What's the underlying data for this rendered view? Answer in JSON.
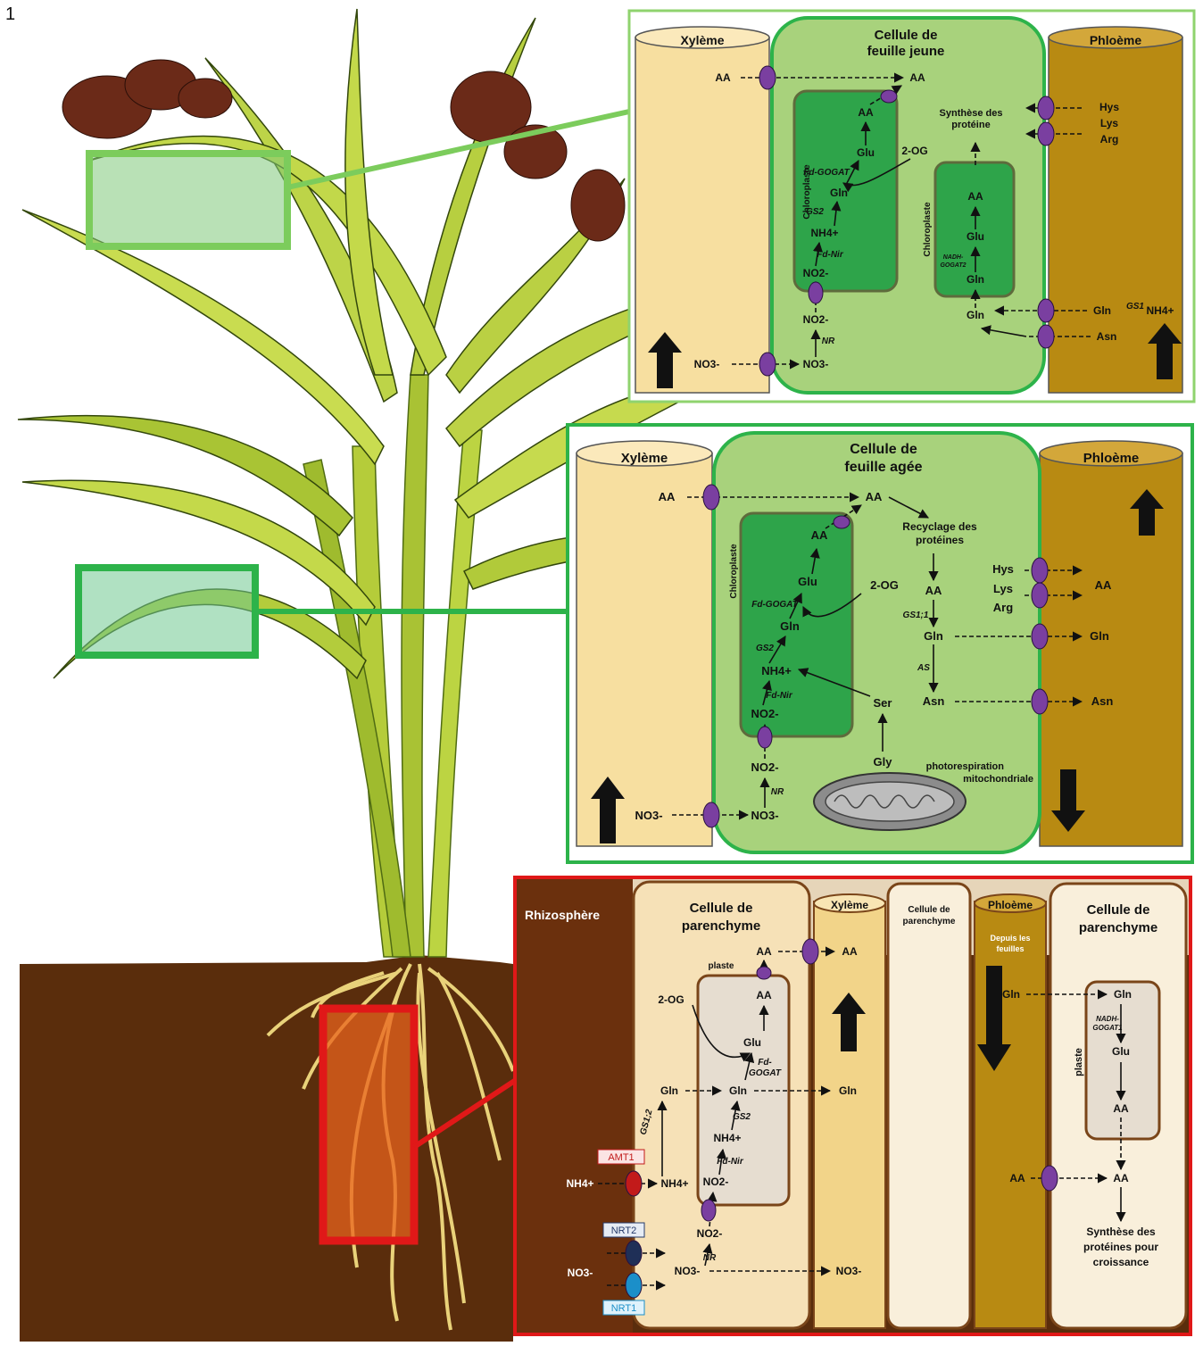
{
  "page_number": "1",
  "colors": {
    "soil": "#5a2d0c",
    "xylem": "#f7dfa0",
    "phloem": "#b88a12",
    "cell_light": "#a8d27c",
    "chloroplast": "#2ea44a",
    "frame_green": "#7ccc5c",
    "frame_green_dark": "#2db34a",
    "frame_red": "#e01818",
    "transporter": "#7a3fa0"
  },
  "young_leaf": {
    "xylem": "Xylème",
    "cell": [
      "Cellule de",
      "feuille jeune"
    ],
    "phloem": "Phloème",
    "chloroplast": "Chloroplaste",
    "aa_xylem": "AA",
    "aa_cell": "AA",
    "aa_plast": "AA",
    "glu": "Glu",
    "og": "2-OG",
    "fd_gogat": "Fd-GOGAT",
    "gln": "Gln",
    "gs2": "GS2",
    "nh4": "NH4+",
    "fd_nir": "Fd-Nir",
    "no2_plast": "NO2-",
    "no2_cyt": "NO2-",
    "nr": "NR",
    "no3_cell": "NO3-",
    "no3_xylem": "NO3-",
    "synthesis": [
      "Synthèse des",
      "protéine"
    ],
    "hys": "Hys",
    "lys": "Lys",
    "arg": "Arg",
    "chloro2": "Chloroplaste",
    "aa2": "AA",
    "glu2": "Glu",
    "nadh": [
      "NADH-",
      "GOGAT2"
    ],
    "gln2": "Gln",
    "gln_cyt": "Gln",
    "gln_phl": "Gln",
    "gs1": "GS1",
    "nh4_phl": "NH4+",
    "asn": "Asn"
  },
  "old_leaf": {
    "xylem": "Xylème",
    "cell": [
      "Cellule de",
      "feuille agée"
    ],
    "phloem": "Phloème",
    "chloroplast": "Chloroplaste",
    "aa_xylem": "AA",
    "aa_cell": "AA",
    "aa_plast": "AA",
    "recycle": [
      "Recyclage des",
      "protéines"
    ],
    "glu": "Glu",
    "og": "2-OG",
    "fd_gogat": "Fd-GOGAT",
    "gln": "Gln",
    "gs2": "GS2",
    "nh4": "NH4+",
    "fd_nir": "Fd-Nir",
    "no2_plast": "NO2-",
    "no2_cyt": "NO2-",
    "nr": "NR",
    "no3_cell": "NO3-",
    "no3_xylem": "NO3-",
    "aa_mid": "AA",
    "gs11": "GS1;1",
    "gln_mid": "Gln",
    "as": "AS",
    "asn_mid": "Asn",
    "ser": "Ser",
    "gly": "Gly",
    "hys": "Hys",
    "lys": "Lys",
    "arg": "Arg",
    "aa_phl": "AA",
    "gln_phl": "Gln",
    "asn_phl": "Asn",
    "photoresp": [
      "photorespiration",
      "mitochondriale"
    ]
  },
  "root": {
    "rhizo": "Rhizosphère",
    "cell1": [
      "Cellule de",
      "parenchyme"
    ],
    "xylem": "Xylème",
    "cell2": [
      "Cellule de",
      "parenchyme"
    ],
    "phloem": "Phloème",
    "from_leaves": [
      "Depuis les",
      "feuilles"
    ],
    "cell3": [
      "Cellule de",
      "parenchyme"
    ],
    "aa_c1": "AA",
    "aa_x": "AA",
    "plaste": "plaste",
    "aa_plast": "AA",
    "og": "2-OG",
    "glu": "Glu",
    "fd_gogat": [
      "Fd-",
      "GOGAT"
    ],
    "gln_c1": "Gln",
    "gln_plast": "Gln",
    "gln_x": "Gln",
    "gs12": "GS1;2",
    "gs2": "GS2",
    "nh4_plast": "NH4+",
    "fd_nir": "Fd-Nir",
    "no2_plast": "NO2-",
    "amt1": "AMT1",
    "nh4_out": "NH4+",
    "nh4_in": "NH4+",
    "nrt2": "NRT2",
    "no2_cyt": "NO2-",
    "nr": "NR",
    "no3_out": "NO3-",
    "no3_in": "NO3-",
    "no3_x": "NO3-",
    "nrt1": "NRT1",
    "gln_phl": "Gln",
    "gln_c3": "Gln",
    "nadh": [
      "NADH-",
      "GOGAT1"
    ],
    "plaste2": "plaste",
    "glu_c3": "Glu",
    "aa_c3": "AA",
    "aa_phl": "AA",
    "aa_c3b": "AA",
    "synth": [
      "Synthèse des",
      "protéines pour",
      "croissance"
    ]
  }
}
